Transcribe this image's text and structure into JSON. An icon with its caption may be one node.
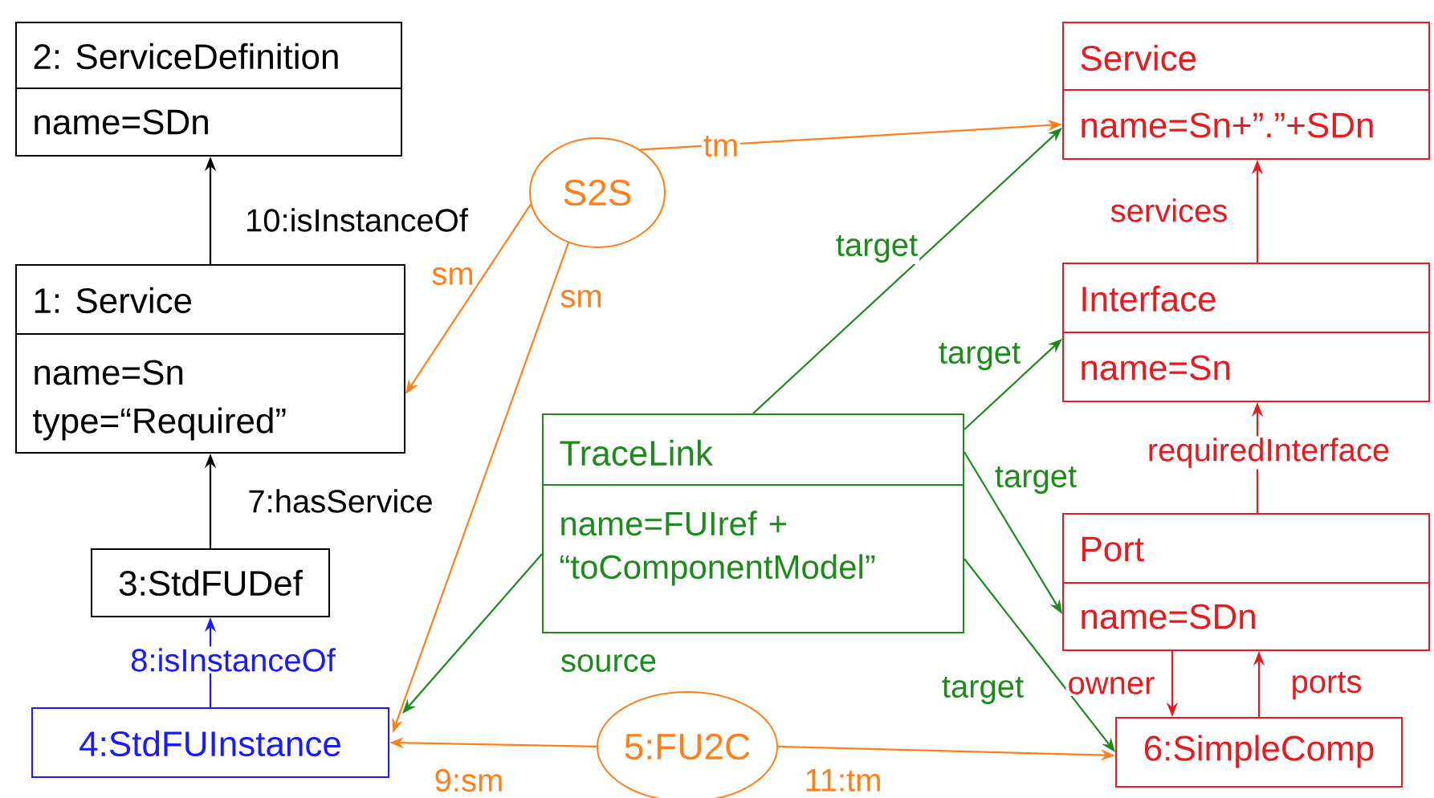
{
  "diagram": {
    "nodes": [
      {
        "text": [
          "2: ServiceDefinition",
          "name=SDn"
        ]
      },
      {
        "text": [
          "1: Service",
          "name=Sn",
          "type=“Required”"
        ]
      },
      {
        "text": [
          "3:StdFUDef"
        ]
      },
      {
        "text": [
          "4:StdFUInstance"
        ]
      },
      {
        "text": [
          "S2S"
        ]
      },
      {
        "text": [
          "5:FU2C"
        ]
      },
      {
        "text": [
          "TraceLink",
          "name=FUIref + “toComponentModel”"
        ]
      },
      {
        "text": [
          "Service",
          "name=Sn+”.”+SDn"
        ]
      },
      {
        "text": [
          "Interface",
          "name=Sn"
        ]
      },
      {
        "text": [
          "Port",
          "name=SDn"
        ]
      },
      {
        "text": [
          "6:SimpleComp"
        ]
      }
    ],
    "edges": [
      {
        "from": 1,
        "to": 0,
        "arrow": "to",
        "label": "10:isInstanceOf",
        "color": "#000000"
      },
      {
        "from": 2,
        "to": 1,
        "arrow": "to",
        "label": "7:hasService",
        "color": "#000000"
      },
      {
        "from": 3,
        "to": 2,
        "arrow": "to",
        "label": "8:isInstanceOf",
        "color": "#1a1aff"
      },
      {
        "from": 4,
        "to": 1,
        "arrow": "to",
        "label": "sm",
        "color": "#ff7f1a"
      },
      {
        "from": 4,
        "to": 3,
        "arrow": "to",
        "label": "sm",
        "color": "#ff7f1a"
      },
      {
        "from": 4,
        "to": 7,
        "arrow": "to",
        "label": "tm",
        "color": "#ff7f1a"
      },
      {
        "from": 5,
        "to": 3,
        "arrow": "to",
        "label": "9:sm",
        "color": "#ff7f1a"
      },
      {
        "from": 5,
        "to": 10,
        "arrow": "to",
        "label": "11:tm",
        "color": "#ff7f1a"
      },
      {
        "from": 6,
        "to": 3,
        "arrow": "to",
        "label": "source",
        "color": "#1e8a1e"
      },
      {
        "from": 6,
        "to": 7,
        "arrow": "to",
        "label": "target",
        "color": "#1e8a1e"
      },
      {
        "from": 6,
        "to": 8,
        "arrow": "to",
        "label": "target",
        "color": "#1e8a1e"
      },
      {
        "from": 6,
        "to": 9,
        "arrow": "to",
        "label": "target",
        "color": "#1e8a1e"
      },
      {
        "from": 6,
        "to": 10,
        "arrow": "to",
        "label": "target",
        "color": "#1e8a1e"
      },
      {
        "from": 8,
        "to": 7,
        "arrow": "to",
        "label": "services",
        "color": "#e8191f"
      },
      {
        "from": 9,
        "to": 8,
        "arrow": "to",
        "label": "requiredInterface",
        "color": "#e8191f"
      },
      {
        "from": 9,
        "to": 10,
        "arrow": "to",
        "label": "owner",
        "color": "#e8191f"
      },
      {
        "from": 10,
        "to": 9,
        "arrow": "to",
        "label": "ports",
        "color": "#e8191f"
      }
    ]
  }
}
